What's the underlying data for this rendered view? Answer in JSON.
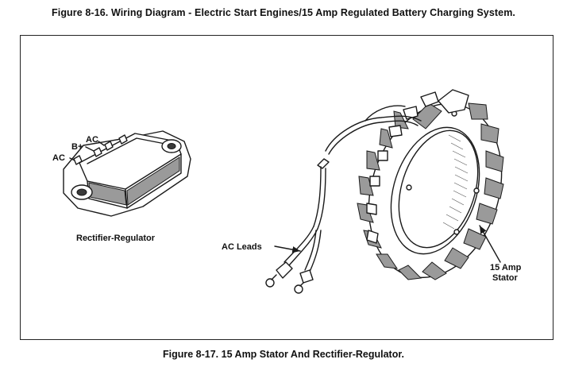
{
  "figure_title": "Figure 8-16. Wiring Diagram - Electric Start Engines/15 Amp Regulated Battery Charging System.",
  "caption": "Figure 8-17. 15 Amp Stator And Rectifier-Regulator.",
  "labels": {
    "terminal_ac_left": "AC",
    "terminal_b_plus": "B+",
    "terminal_ac_top": "AC",
    "rectifier_regulator": "Rectifier-Regulator",
    "ac_leads": "AC Leads",
    "stator_line1": "15 Amp",
    "stator_line2": "Stator"
  }
}
